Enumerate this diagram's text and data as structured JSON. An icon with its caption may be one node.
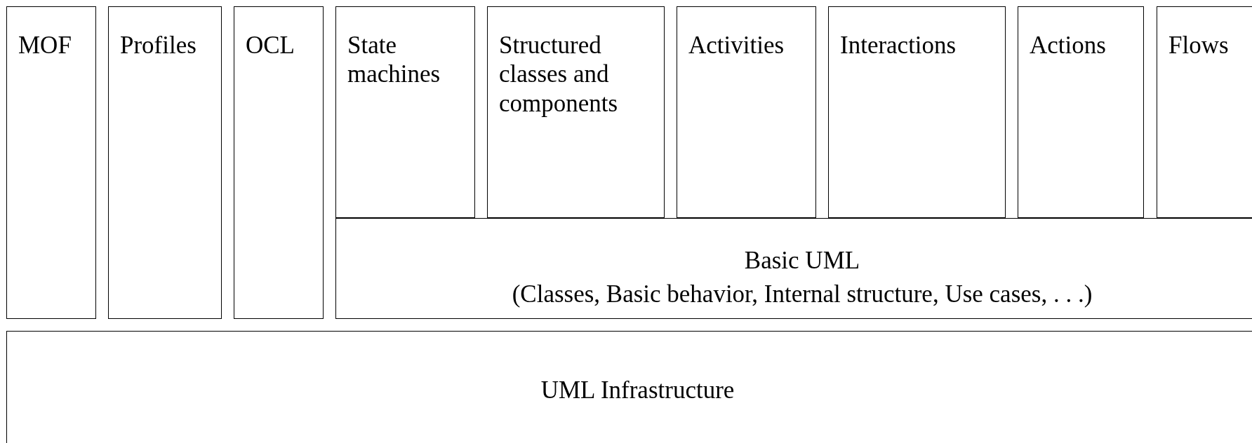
{
  "diagram": {
    "nodes": [
      {
        "text": [
          "MOF"
        ]
      },
      {
        "text": [
          "Profiles"
        ]
      },
      {
        "text": [
          "OCL"
        ]
      },
      {
        "text": [
          "State machines"
        ]
      },
      {
        "text": [
          "Structured classes and components"
        ]
      },
      {
        "text": [
          "Activities"
        ]
      },
      {
        "text": [
          "Interactions"
        ]
      },
      {
        "text": [
          "Actions"
        ]
      },
      {
        "text": [
          "Flows"
        ]
      },
      {
        "text": [
          "Basic UML",
          "(Classes, Basic behavior, Internal structure, Use cases, . . .)"
        ]
      },
      {
        "text": [
          "UML Infrastructure"
        ]
      }
    ],
    "edges": []
  }
}
